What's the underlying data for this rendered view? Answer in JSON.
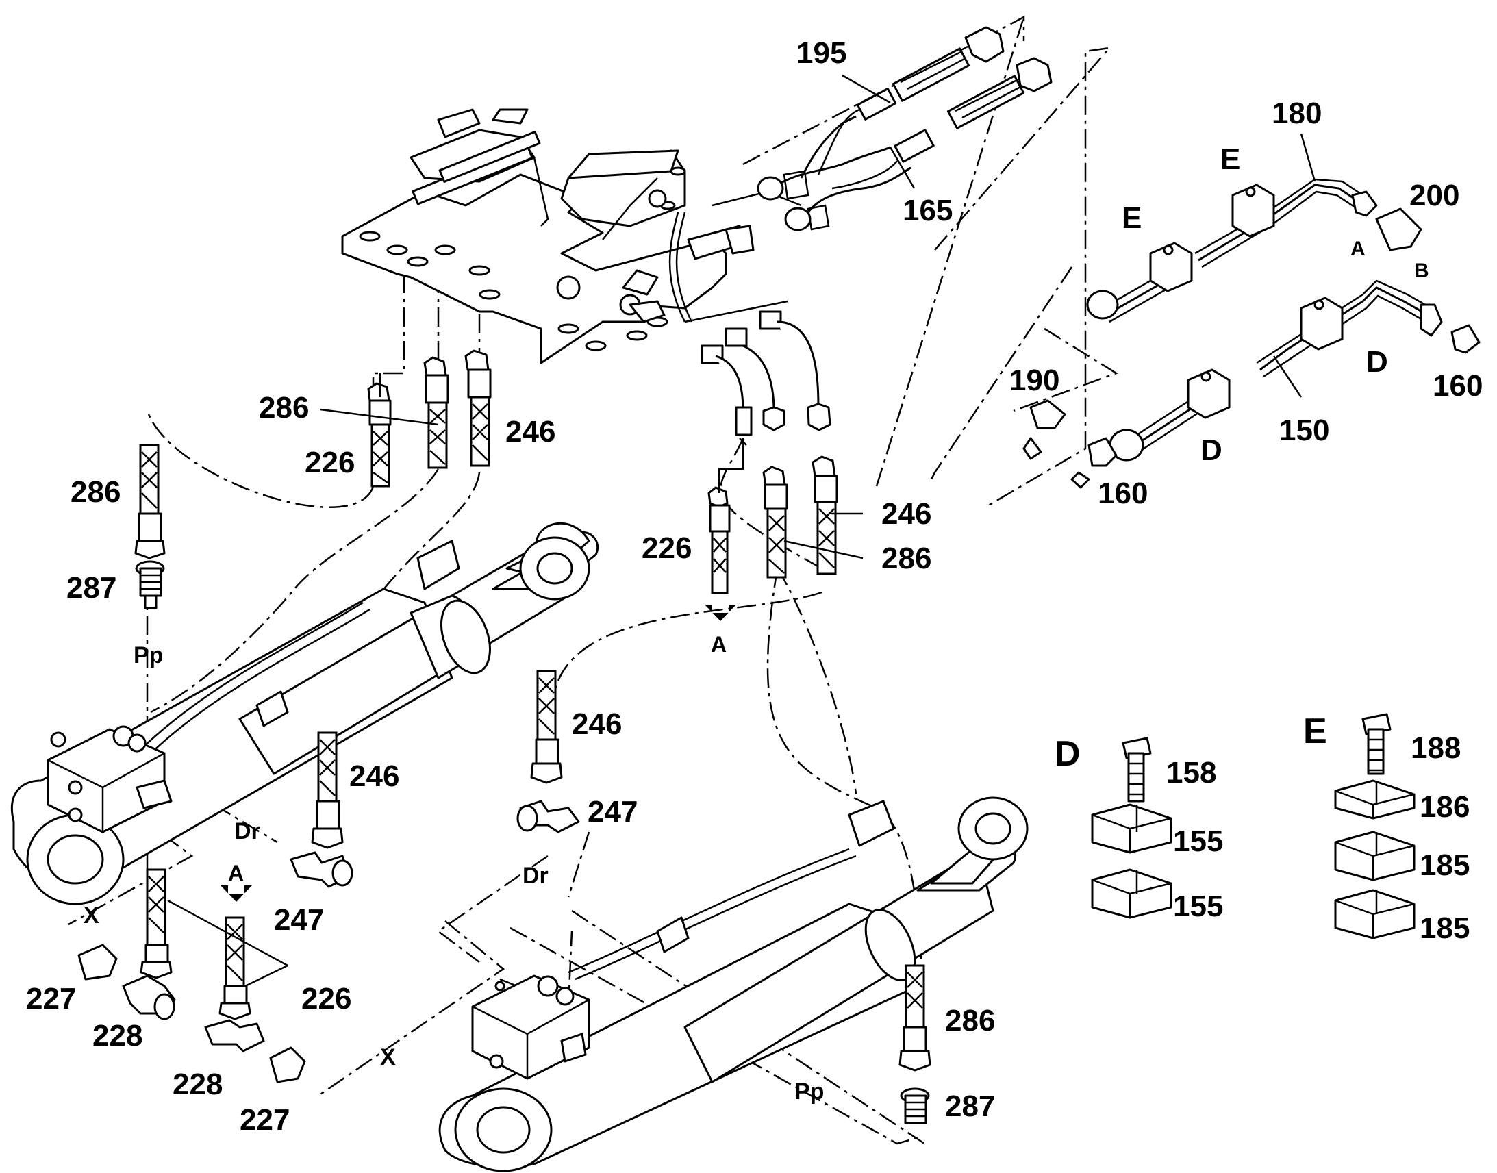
{
  "callouts": {
    "c195": "195",
    "c165": "165",
    "c180": "180",
    "c200": "200",
    "c160a": "160",
    "c160b": "160",
    "c150": "150",
    "c190": "190",
    "c286a": "286",
    "c286b": "286",
    "c286c": "286",
    "c286d": "286",
    "c226a": "226",
    "c226b": "226",
    "c226c": "226",
    "c246a": "246",
    "c246b": "246",
    "c246c": "246",
    "c246d": "246",
    "c287a": "287",
    "c287b": "287",
    "c247a": "247",
    "c247b": "247",
    "c227a": "227",
    "c227b": "227",
    "c228a": "228",
    "c228b": "228",
    "c158": "158",
    "c155a": "155",
    "c155b": "155",
    "c188": "188",
    "c186": "186",
    "c185a": "185",
    "c185b": "185"
  },
  "letters": {
    "E1": "E",
    "E2": "E",
    "D1": "D",
    "D2": "D",
    "A_port": "A",
    "B_port": "B",
    "A_arrow1": "A",
    "A_arrow2": "A",
    "Pp1": "Pp",
    "Pp2": "Pp",
    "Dr1": "Dr",
    "Dr2": "Dr",
    "X1": "X",
    "X2": "X",
    "D_detail": "D",
    "E_detail": "E"
  }
}
